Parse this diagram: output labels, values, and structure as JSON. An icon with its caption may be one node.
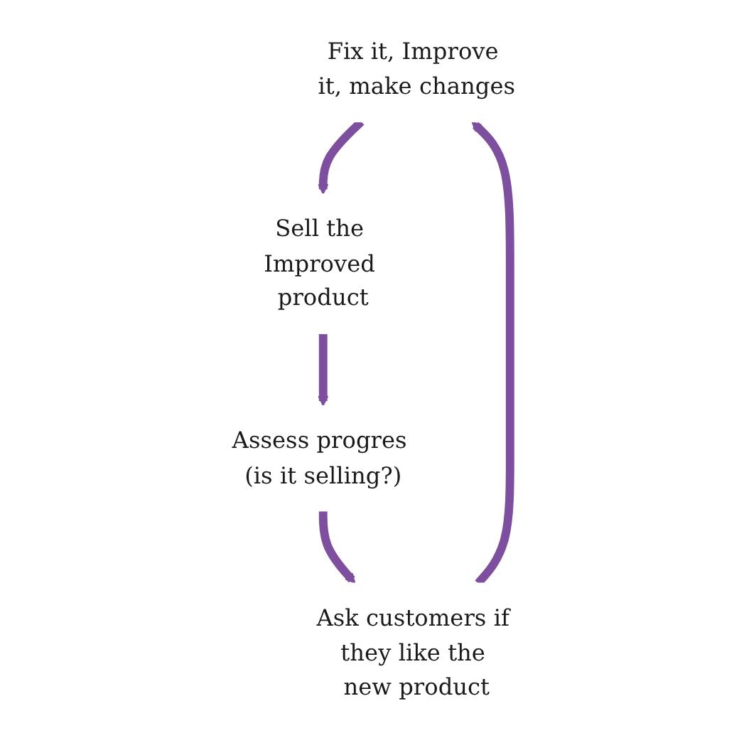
{
  "diagram": {
    "nodes": [
      {
        "text": [
          "Fix it, Improve it, make changes"
        ]
      },
      {
        "text": [
          "Sell the Improved product"
        ]
      },
      {
        "text": [
          "Assess progres (is it selling?)"
        ]
      },
      {
        "text": [
          "Ask customers if they like the new product"
        ]
      }
    ],
    "edges": [
      {
        "from": 0,
        "to": 1,
        "arrow": "to"
      },
      {
        "from": 1,
        "to": 2,
        "arrow": "to"
      },
      {
        "from": 2,
        "to": 3,
        "arrow": "to"
      },
      {
        "from": 3,
        "to": 0,
        "arrow": "to"
      }
    ]
  }
}
